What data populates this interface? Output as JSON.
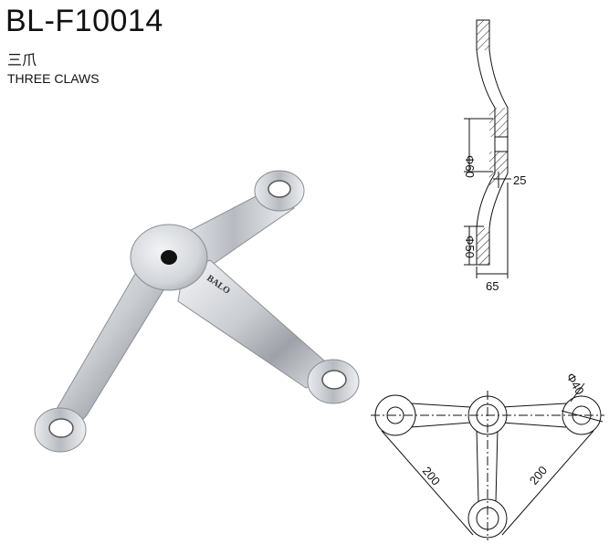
{
  "product": {
    "model": "BL-F10014",
    "name_cn": "三爪",
    "name_en": "THREE CLAWS",
    "brand_mark": "BALO"
  },
  "side_view": {
    "hole_top": "Φ60",
    "hole_bottom": "Φ50",
    "thickness": "25",
    "depth": "65"
  },
  "top_view": {
    "hole": "Φ40",
    "span_left": "200",
    "span_right": "200"
  }
}
